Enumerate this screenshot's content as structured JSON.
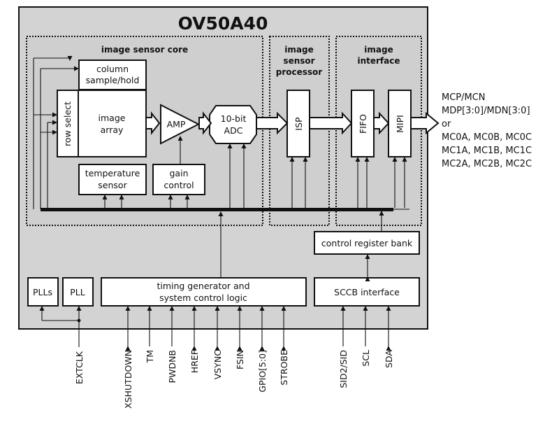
{
  "chip": {
    "title": "OV50A40"
  },
  "sections": {
    "core": "image sensor core",
    "processor": [
      "image",
      "sensor",
      "processor"
    ],
    "interface": [
      "image",
      "interface"
    ]
  },
  "blocks": {
    "column": [
      "column",
      "sample/hold"
    ],
    "row_select": "row select",
    "image_array": [
      "image",
      "array"
    ],
    "amp": "AMP",
    "adc": [
      "10-bit",
      "ADC"
    ],
    "temperature": [
      "temperature",
      "sensor"
    ],
    "gain": [
      "gain",
      "control"
    ],
    "isp": "ISP",
    "fifo": "FIFO",
    "mipi": "MIPI",
    "control_register": "control register bank",
    "plls": "PLLs",
    "pll": "PLL",
    "timing": [
      "timing generator and",
      "system control logic"
    ],
    "sccb": "SCCB interface"
  },
  "outputs": [
    "MCP/MCN",
    "MDP[3:0]/MDN[3:0]",
    "or",
    "MC0A, MC0B, MC0C",
    "MC1A, MC1B, MC1C",
    "MC2A, MC2B, MC2C"
  ],
  "pins": {
    "extclk": "EXTCLK",
    "control": [
      "XSHUTDOWN",
      "TM",
      "PWDNB",
      "HREF",
      "VSYNC",
      "FSIN",
      "GPIO[5:0]",
      "STROBE"
    ],
    "sccb": [
      "SID2/SID",
      "SCL",
      "SDA"
    ]
  }
}
